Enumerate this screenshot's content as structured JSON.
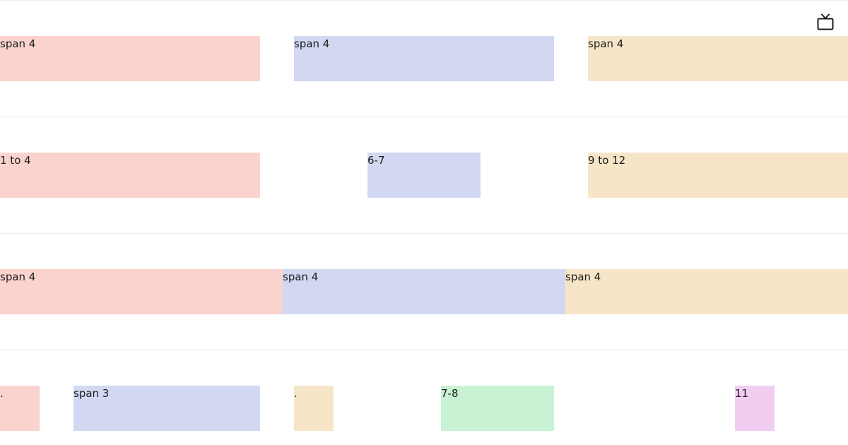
{
  "icons": {
    "top_right": "tv-icon"
  },
  "colors": {
    "red": "#fbd3ce",
    "blue": "#d2d8f1",
    "tan": "#f6e6c7",
    "green": "#c7f2d4",
    "pink": "#f1cdf1"
  },
  "rows": [
    {
      "cells": [
        "span 4",
        "span 4",
        "span 4"
      ]
    },
    {
      "cells": [
        "1 to 4",
        "6-7",
        "9 to 12"
      ]
    },
    {
      "cells": [
        "span 4",
        "span 4",
        "span 4"
      ]
    },
    {
      "cells": [
        ".",
        "span 3",
        ".",
        "7-8",
        "11"
      ]
    }
  ]
}
